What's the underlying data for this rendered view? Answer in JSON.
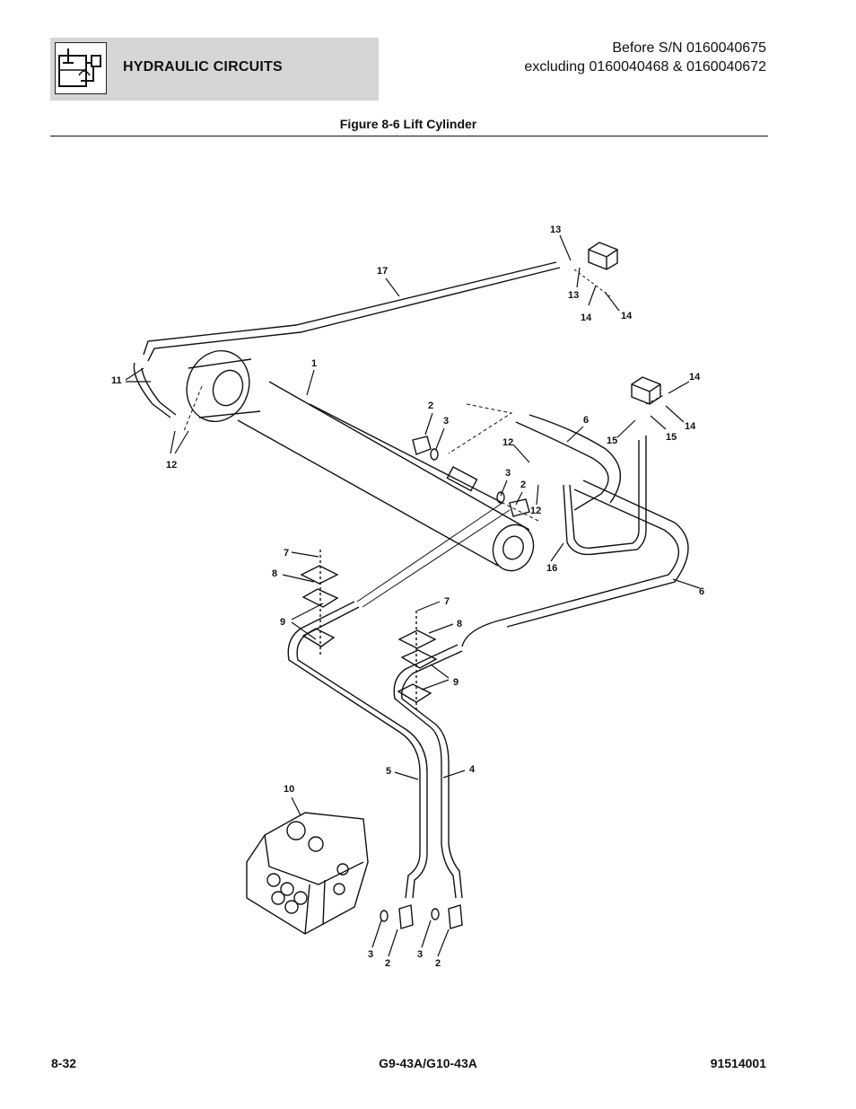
{
  "header": {
    "section": "HYDRAULIC CIRCUITS",
    "serial_line1": "Before S/N 0160040675",
    "serial_line2": "excluding 0160040468 & 0160040672",
    "icon": "hydraulic-circuit-icon"
  },
  "figure": {
    "title": "Figure 8-6 Lift Cylinder",
    "callouts": {
      "c1": "1",
      "c2a": "2",
      "c2b": "2",
      "c2c": "2",
      "c2d": "2",
      "c3a": "3",
      "c3b": "3",
      "c3c": "3",
      "c3d": "3",
      "c4": "4",
      "c5": "5",
      "c6a": "6",
      "c6b": "6",
      "c7a": "7",
      "c7b": "7",
      "c8a": "8",
      "c8b": "8",
      "c9a": "9",
      "c9b": "9",
      "c10": "10",
      "c11": "11",
      "c12a": "12",
      "c12b": "12",
      "c12c": "12",
      "c13a": "13",
      "c13b": "13",
      "c14a": "14",
      "c14b": "14",
      "c14c": "14",
      "c14d": "14",
      "c15a": "15",
      "c15b": "15",
      "c16": "16",
      "c17": "17"
    }
  },
  "footer": {
    "page": "8-32",
    "model": "G9-43A/G10-43A",
    "doc_number": "91514001"
  }
}
